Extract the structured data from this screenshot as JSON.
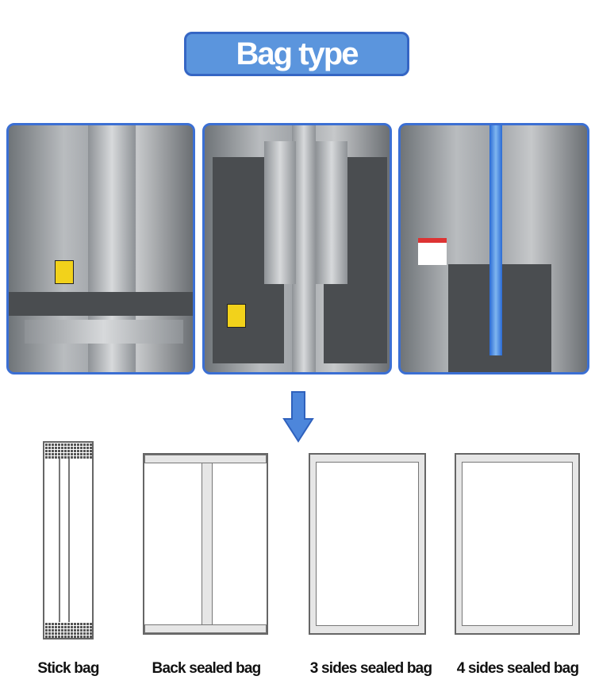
{
  "title": "Bag type",
  "colors": {
    "accent": "#5b95dd",
    "accent_border": "#3566c4"
  },
  "photos": [
    {
      "name": "stick-bag-machine-photo"
    },
    {
      "name": "back-seal-machine-photo"
    },
    {
      "name": "cone-bag-machine-photo"
    }
  ],
  "arrow_icon": "arrow-down-icon",
  "bag_types": [
    {
      "label": "Stick bag"
    },
    {
      "label": "Back sealed bag"
    },
    {
      "label": "3 sides sealed bag"
    },
    {
      "label": "4 sides sealed bag"
    }
  ]
}
